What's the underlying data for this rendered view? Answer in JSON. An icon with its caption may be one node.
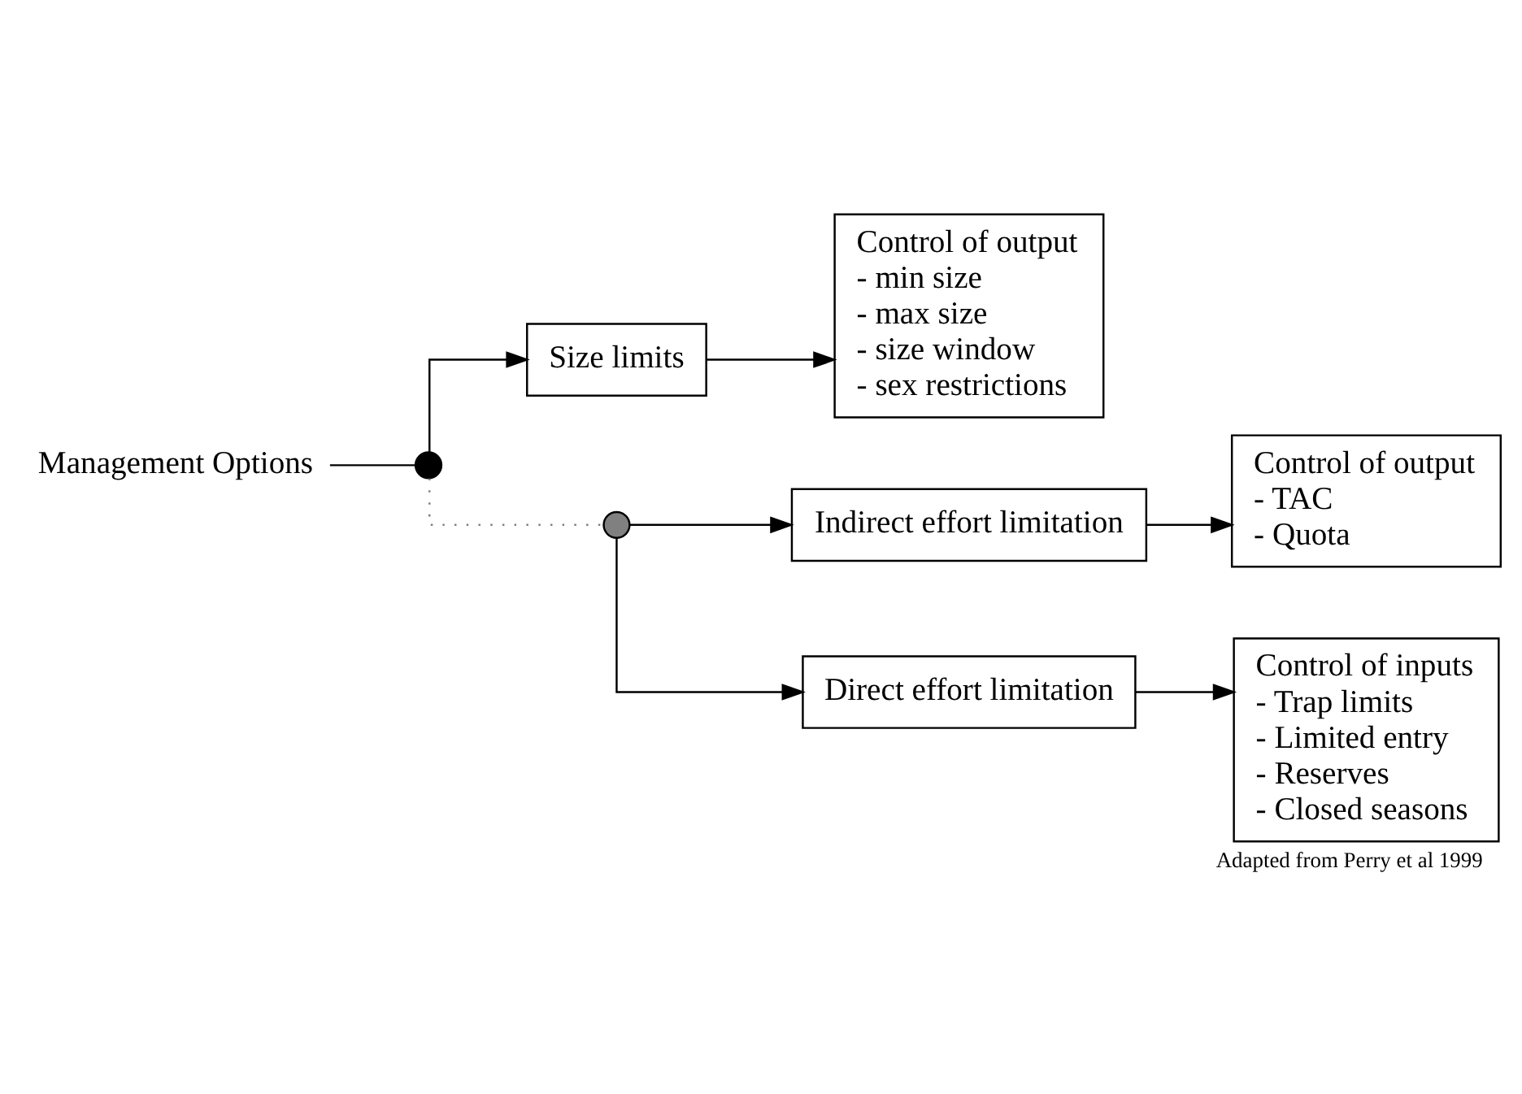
{
  "diagram": {
    "caption": "Adapted from Perry et al 1999",
    "nodes": [
      {
        "text": [
          "Management Options"
        ]
      },
      {
        "text": [],
        "shape": "circle"
      },
      {
        "text": [
          "Size limits"
        ]
      },
      {
        "text": [
          "Control of output",
          "- min size",
          "- max size",
          "- size window",
          "- sex restrictions"
        ]
      },
      {
        "text": [],
        "shape": "circle"
      },
      {
        "text": [
          "Indirect effort limitation"
        ]
      },
      {
        "text": [
          "Control of output",
          "- TAC",
          "- Quota"
        ]
      },
      {
        "text": [
          "Direct effort limitation"
        ]
      },
      {
        "text": [
          "Control of inputs",
          "- Trap limits",
          "- Limited entry",
          "- Reserves",
          "- Closed seasons"
        ]
      }
    ],
    "edges": [
      {
        "from": 0,
        "to": 1,
        "arrow": "none"
      },
      {
        "from": 1,
        "to": 2,
        "arrow": "to"
      },
      {
        "from": 1,
        "to": 4,
        "arrow": "none",
        "style": "dashed",
        "color": "#808080"
      },
      {
        "from": 4,
        "to": 5,
        "arrow": "to"
      },
      {
        "from": 4,
        "to": 7,
        "arrow": "to"
      },
      {
        "from": 2,
        "to": 3,
        "arrow": "to"
      },
      {
        "from": 5,
        "to": 6,
        "arrow": "to"
      },
      {
        "from": 7,
        "to": 8,
        "arrow": "to"
      }
    ]
  }
}
